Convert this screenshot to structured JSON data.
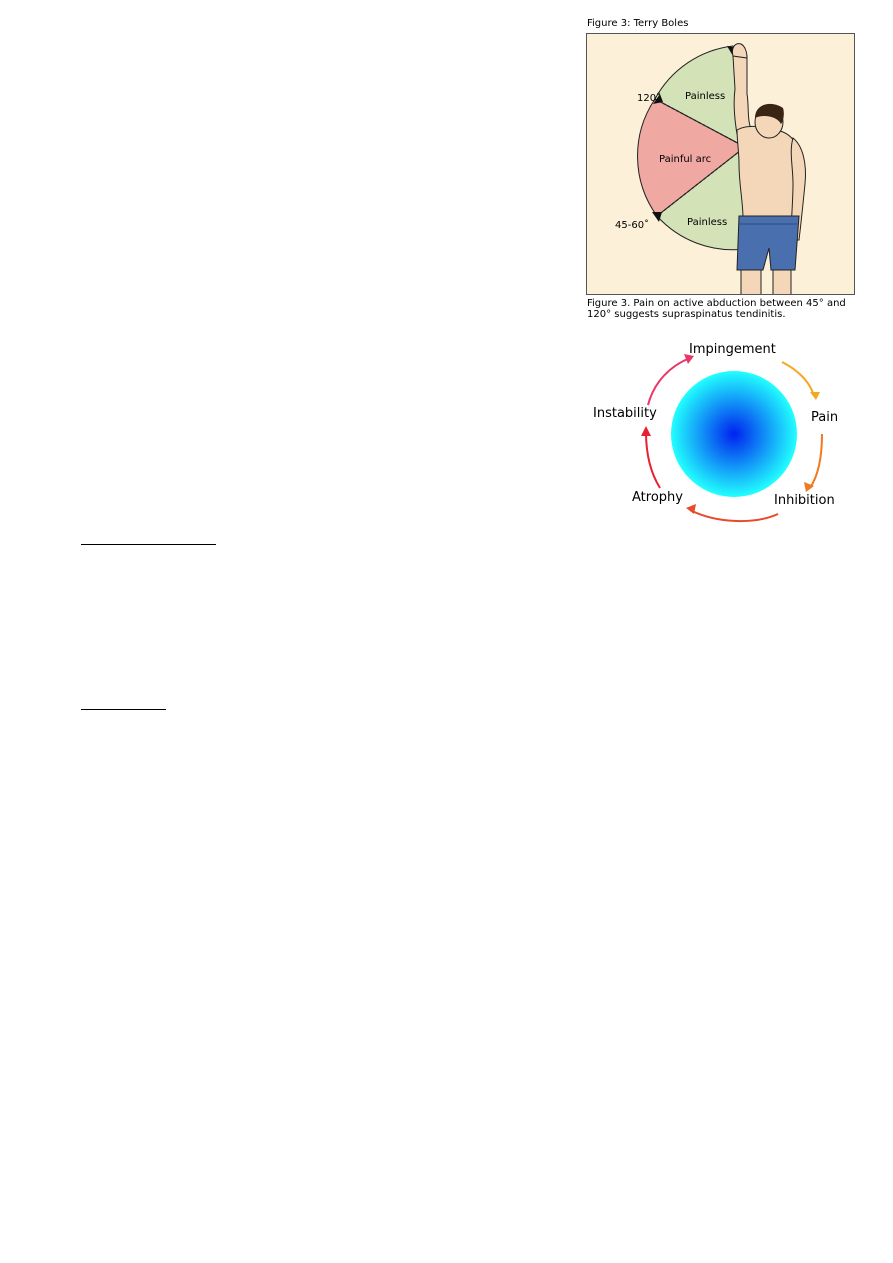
{
  "figure3": {
    "header": "Figure 3: Terry Boles",
    "labels": {
      "painless_top": "Painless",
      "painful_arc": "Painful arc",
      "painless_bottom": "Painless",
      "angle_120": "120˚",
      "angle_45_60": "45-60˚"
    },
    "caption": "Figure 3. Pain on active abduction between 45° and 120° suggests supraspinatus tendinitis.",
    "colors": {
      "painless": "#d4e2b8",
      "painful": "#f0a8a3",
      "background": "#fcf1d8",
      "shorts": "#4a6fae",
      "skin": "#f4d7b8"
    }
  },
  "cycle": {
    "steps": [
      "Impingement",
      "Pain",
      "Inhibition",
      "Atrophy",
      "Instability"
    ],
    "center_color_inner": "#0022ee",
    "center_color_outer": "#22ffff"
  }
}
